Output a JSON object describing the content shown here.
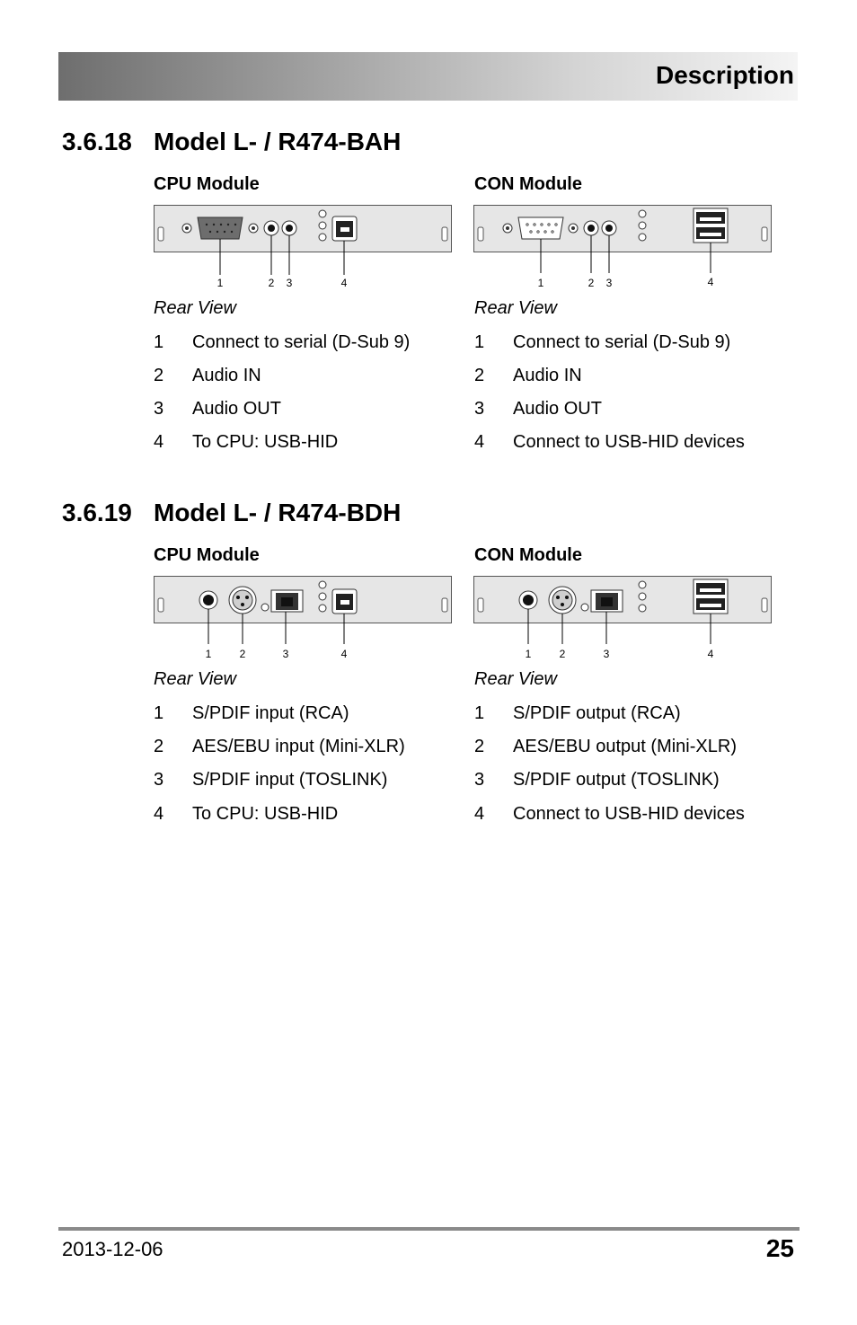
{
  "header": {
    "title": "Description"
  },
  "sections": [
    {
      "number": "3.6.18",
      "title": "Model L- / R474-BAH",
      "cpu": {
        "title": "CPU Module",
        "callouts": [
          "1",
          "2",
          "3",
          "4"
        ],
        "caption": "Rear View",
        "items": [
          {
            "num": "1",
            "text": "Connect to serial (D-Sub 9)"
          },
          {
            "num": "2",
            "text": "Audio IN"
          },
          {
            "num": "3",
            "text": "Audio OUT"
          },
          {
            "num": "4",
            "text": "To CPU: USB-HID"
          }
        ]
      },
      "con": {
        "title": "CON Module",
        "callouts": [
          "1",
          "2",
          "3",
          "4"
        ],
        "caption": "Rear View",
        "items": [
          {
            "num": "1",
            "text": "Connect to serial (D-Sub 9)"
          },
          {
            "num": "2",
            "text": "Audio IN"
          },
          {
            "num": "3",
            "text": "Audio OUT"
          },
          {
            "num": "4",
            "text": "Connect to USB-HID devices"
          }
        ]
      }
    },
    {
      "number": "3.6.19",
      "title": "Model L- / R474-BDH",
      "cpu": {
        "title": "CPU Module",
        "callouts": [
          "1",
          "2",
          "3",
          "4"
        ],
        "caption": "Rear View",
        "items": [
          {
            "num": "1",
            "text": "S/PDIF input (RCA)"
          },
          {
            "num": "2",
            "text": "AES/EBU input (Mini-XLR)"
          },
          {
            "num": "3",
            "text": "S/PDIF input (TOSLINK)"
          },
          {
            "num": "4",
            "text": "To CPU: USB-HID"
          }
        ]
      },
      "con": {
        "title": "CON Module",
        "callouts": [
          "1",
          "2",
          "3",
          "4"
        ],
        "caption": "Rear View",
        "items": [
          {
            "num": "1",
            "text": "S/PDIF output (RCA)"
          },
          {
            "num": "2",
            "text": "AES/EBU output (Mini-XLR)"
          },
          {
            "num": "3",
            "text": "S/PDIF output (TOSLINK)"
          },
          {
            "num": "4",
            "text": "Connect to USB-HID devices"
          }
        ]
      }
    }
  ],
  "footer": {
    "date": "2013-12-06",
    "page": "25"
  }
}
